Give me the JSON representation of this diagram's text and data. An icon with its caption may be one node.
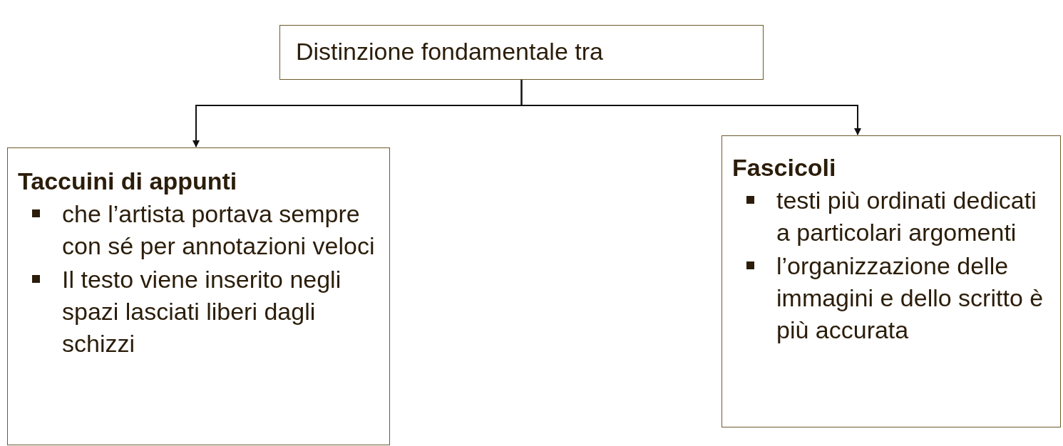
{
  "diagram": {
    "nodes": [
      {
        "text": [
          "Distinzione fondamentale tra"
        ]
      },
      {
        "text": [
          "Taccuini di appunti",
          "che l’artista portava sempre con sé per annotazioni veloci",
          "Il testo viene inserito negli spazi lasciati liberi dagli schizzi"
        ]
      },
      {
        "text": [
          "Fascicoli",
          "testi più ordinati dedicati a particolari argomenti",
          "l’organizzazione delle immagini e dello scritto è più accurata"
        ]
      }
    ],
    "edges": [
      {
        "from": 0,
        "to": 1,
        "arrow": "to"
      },
      {
        "from": 0,
        "to": 2,
        "arrow": "to"
      }
    ]
  }
}
